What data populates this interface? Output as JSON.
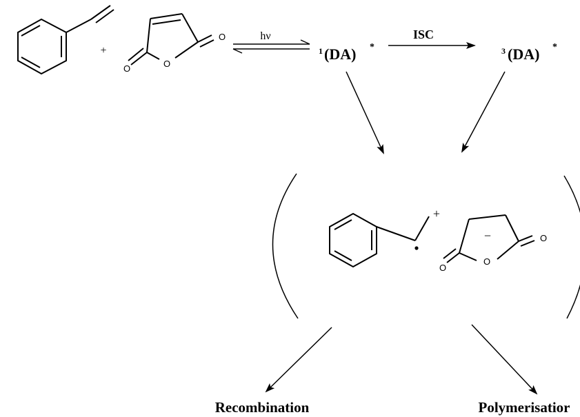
{
  "reactants": {
    "plus_sign": "+",
    "maleic_anhydride_atoms": [
      "O",
      "O",
      "O"
    ]
  },
  "arrows": {
    "photo_label": "hν",
    "isc_label": "ISC"
  },
  "species": {
    "singlet": {
      "superscript": "1",
      "text": "(DA)",
      "star": "*"
    },
    "triplet": {
      "superscript": "3",
      "text": "(DA)",
      "star": "*"
    }
  },
  "ion_pair": {
    "cation_charge": "+",
    "anion_charge": "−",
    "succinic_atoms": [
      "O",
      "O",
      "O"
    ]
  },
  "outcomes": {
    "left": "Recombination",
    "right": "Polymerisatior"
  }
}
